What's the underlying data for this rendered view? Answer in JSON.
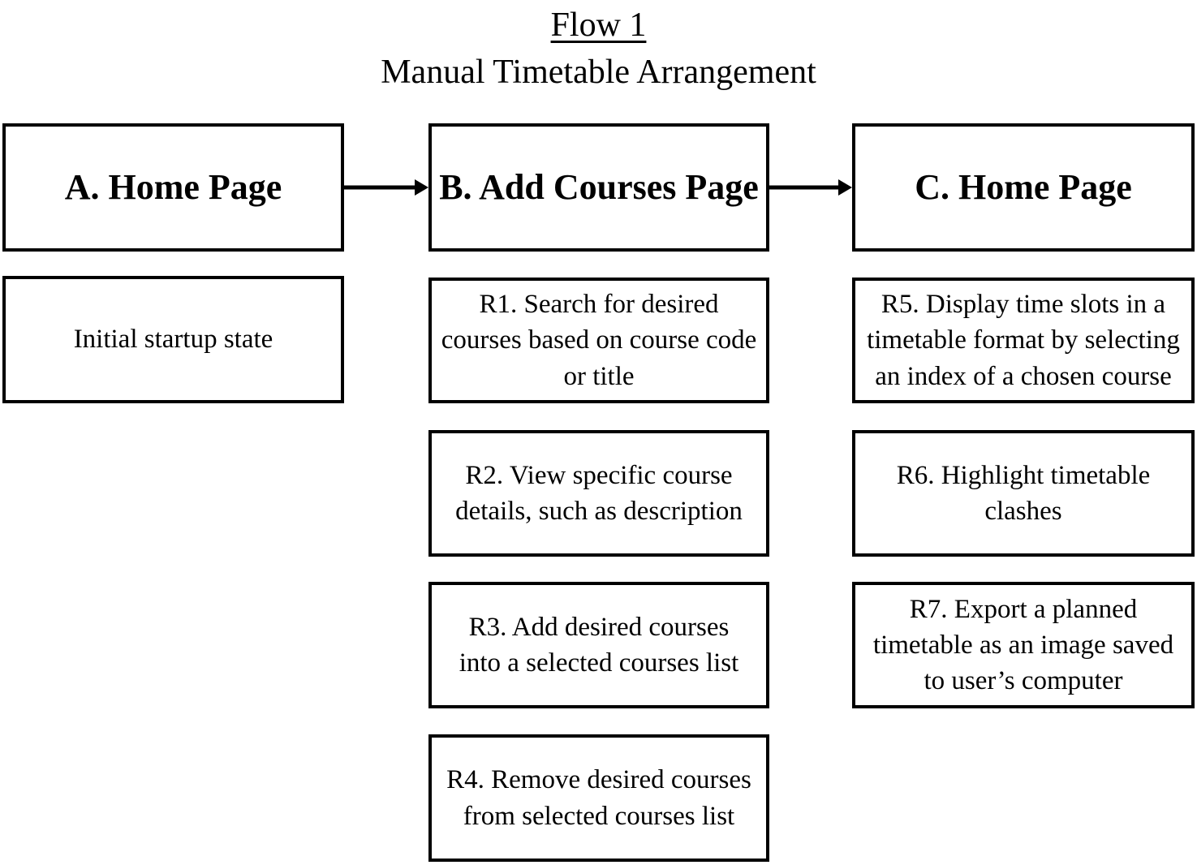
{
  "title": {
    "line1": "Flow 1",
    "line2": "Manual Timetable Arrangement"
  },
  "flow": {
    "columns": [
      {
        "id": "A",
        "header": "A. Home Page",
        "steps": [
          {
            "lines": [
              "Initial startup state"
            ]
          }
        ]
      },
      {
        "id": "B",
        "header": "B. Add Courses Page",
        "steps": [
          {
            "lines": [
              "R1. Search for desired",
              "courses based on course code",
              "or title"
            ]
          },
          {
            "lines": [
              "R2. View specific course",
              "details, such as description"
            ]
          },
          {
            "lines": [
              "R3. Add desired courses",
              "into a selected courses list"
            ]
          },
          {
            "lines": [
              "R4. Remove desired courses",
              "from selected courses list"
            ]
          }
        ]
      },
      {
        "id": "C",
        "header": "C. Home Page",
        "steps": [
          {
            "lines": [
              "R5. Display time slots in a",
              "timetable format by selecting",
              "an index of a chosen course"
            ]
          },
          {
            "lines": [
              "R6. Highlight timetable",
              "clashes"
            ]
          },
          {
            "lines": [
              "R7. Export a planned",
              "timetable as an image saved",
              "to user’s computer"
            ]
          }
        ]
      }
    ],
    "connectors": [
      {
        "from": "A. Home Page",
        "to": "B. Add Courses Page"
      },
      {
        "from": "B. Add Courses Page",
        "to": "C. Home Page"
      }
    ]
  },
  "colors": {
    "border": "#000000",
    "background": "#ffffff",
    "text": "#000000"
  }
}
